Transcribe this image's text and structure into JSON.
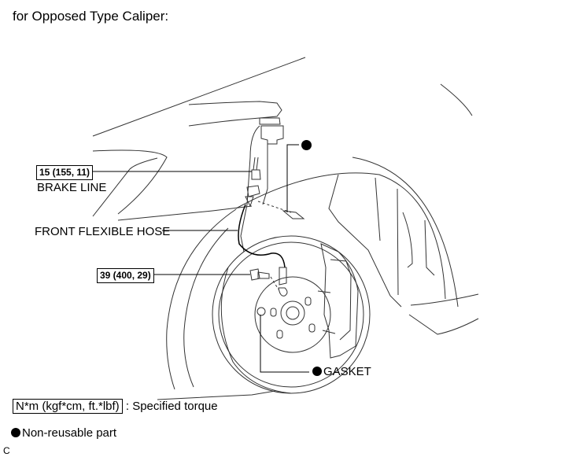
{
  "title": "for Opposed Type Caliper:",
  "callouts": {
    "brake_line_torque": "15 (155, 11)",
    "brake_line_label": "BRAKE LINE",
    "flexible_hose_label": "FRONT FLEXIBLE HOSE",
    "union_bolt_torque": "39 (400, 29)",
    "gasket_label": "GASKET"
  },
  "legend": {
    "torque_units": "N*m (kgf*cm, ft.*lbf)",
    "torque_desc": ": Specified torque",
    "nonreusable": "Non-reusable part"
  },
  "corner_mark": "C"
}
